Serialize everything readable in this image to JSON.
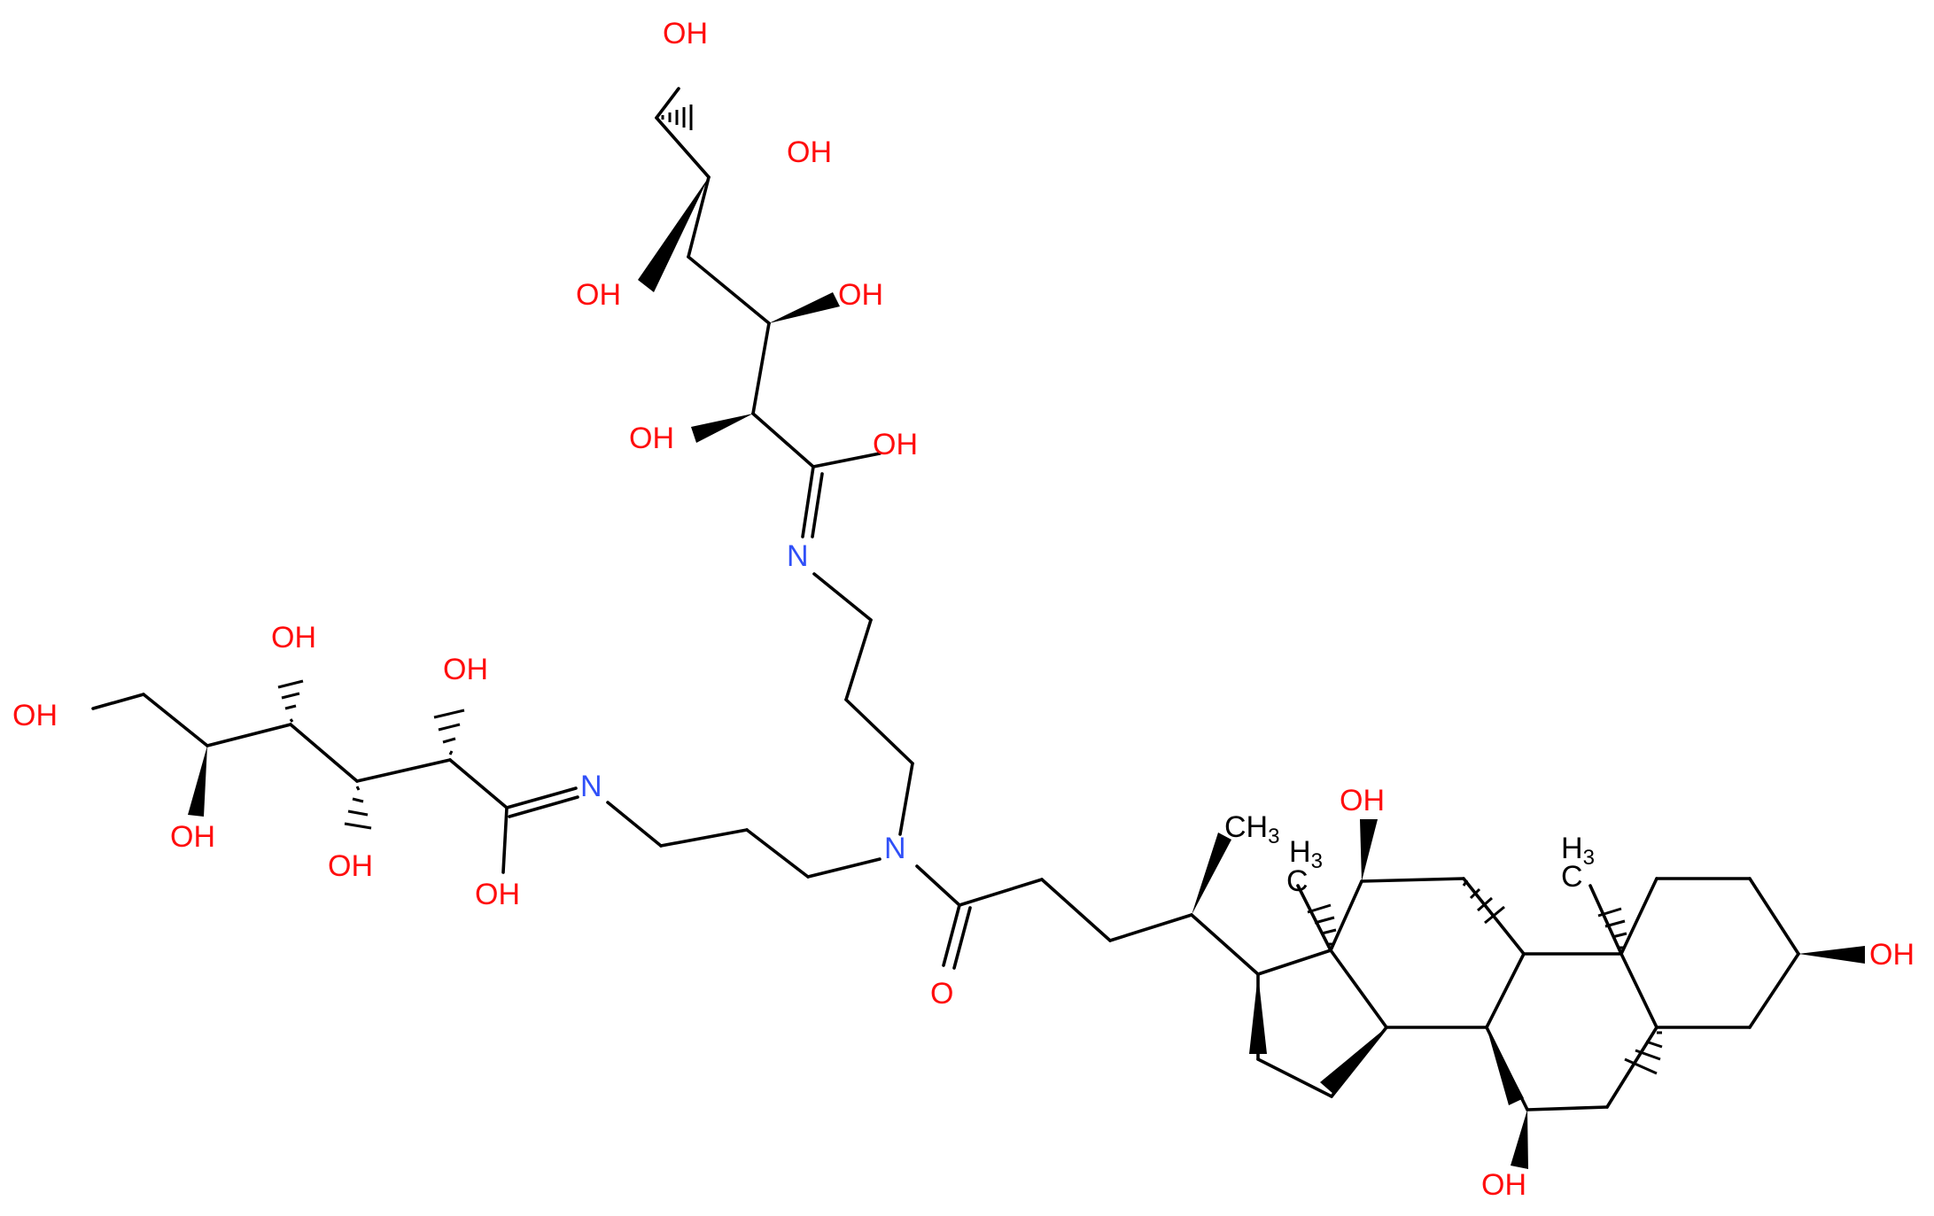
{
  "molecule": {
    "atom_label_colors": {
      "O": "#ff0d0d",
      "N": "#3050f8",
      "C": "#000000"
    },
    "labels": {
      "oh_top_chain_1": "OH",
      "oh_top_chain_2": "OH",
      "oh_top_chain_3": "OH",
      "oh_top_chain_4": "OH",
      "oh_top_chain_5": "OH",
      "oh_top_imidic": "OH",
      "n_top": "N",
      "oh_left_1": "OH",
      "oh_left_2": "OH",
      "oh_left_3": "OH",
      "oh_left_4": "OH",
      "oh_left_5": "OH",
      "oh_left_imidic": "OH",
      "n_left": "N",
      "n_amide": "N",
      "o_carbonyl": "O",
      "methyl_side_chain": "CH",
      "methyl_side_chain_sub": "3",
      "methyl_c13_h": "H",
      "methyl_c13_sub": "3",
      "methyl_c13_c": "C",
      "methyl_c10_h": "H",
      "methyl_c10_sub": "3",
      "methyl_c10_c": "C",
      "oh_c12": "OH",
      "oh_c3": "OH",
      "oh_c7": "OH"
    }
  }
}
